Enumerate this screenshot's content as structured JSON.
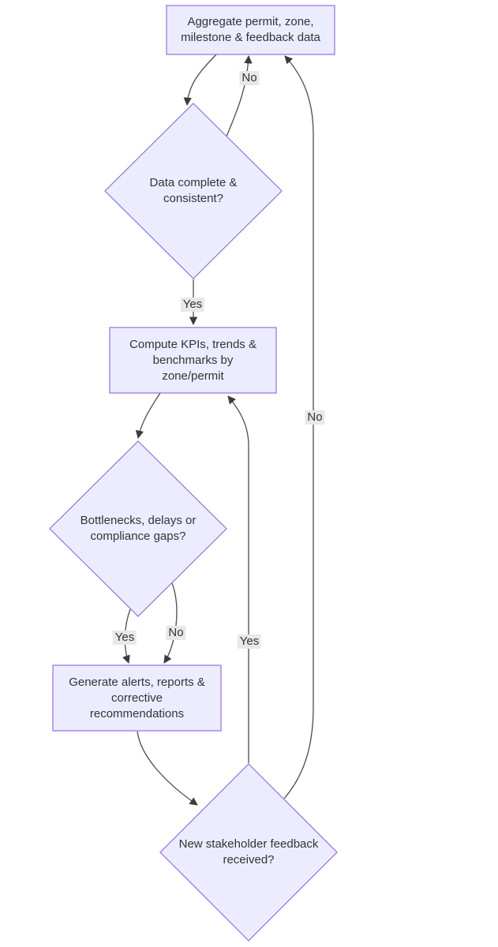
{
  "diagram": {
    "type": "flowchart",
    "colors": {
      "background": "#ffffff",
      "node_fill": "#ECECFF",
      "node_border": "#9370DB",
      "edge_stroke": "#4d4d4d",
      "edge_label_bg": "#e8e8e8",
      "text": "#333333"
    },
    "nodes": {
      "aggregate": {
        "shape": "rect",
        "label": "Aggregate permit, zone,\nmilestone & feedback data"
      },
      "datacheck": {
        "shape": "diamond",
        "label": "Data complete &\nconsistent?"
      },
      "compute": {
        "shape": "rect",
        "label": "Compute KPIs, trends &\nbenchmarks by\nzone/permit"
      },
      "gapcheck": {
        "shape": "diamond",
        "label": "Bottlenecks, delays or\ncompliance gaps?"
      },
      "generate": {
        "shape": "rect",
        "label": "Generate alerts, reports &\ncorrective\nrecommendations"
      },
      "feedback": {
        "shape": "diamond",
        "label": "New stakeholder feedback\nreceived?"
      }
    },
    "edges": [
      {
        "from": "aggregate",
        "to": "datacheck",
        "label": ""
      },
      {
        "from": "datacheck",
        "to": "aggregate",
        "label": "No"
      },
      {
        "from": "datacheck",
        "to": "compute",
        "label": "Yes"
      },
      {
        "from": "compute",
        "to": "gapcheck",
        "label": ""
      },
      {
        "from": "gapcheck",
        "to": "generate",
        "label": "Yes"
      },
      {
        "from": "gapcheck",
        "to": "generate",
        "label": "No"
      },
      {
        "from": "generate",
        "to": "feedback",
        "label": ""
      },
      {
        "from": "feedback",
        "to": "compute",
        "label": "Yes"
      },
      {
        "from": "feedback",
        "to": "aggregate",
        "label": "No"
      }
    ]
  }
}
